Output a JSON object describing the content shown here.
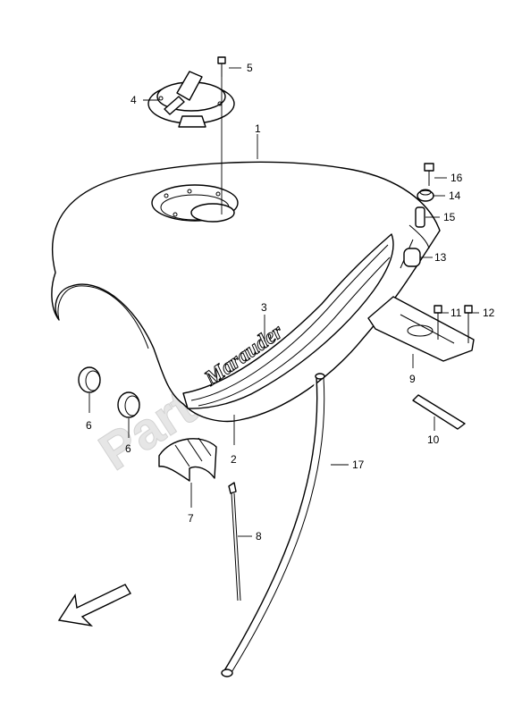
{
  "watermark": "PartsRepublik",
  "tank_logo": "Marauder",
  "callouts": [
    {
      "id": "c1",
      "label": "1"
    },
    {
      "id": "c2",
      "label": "2"
    },
    {
      "id": "c3",
      "label": "3"
    },
    {
      "id": "c4",
      "label": "4"
    },
    {
      "id": "c5",
      "label": "5"
    },
    {
      "id": "c6a",
      "label": "6"
    },
    {
      "id": "c6b",
      "label": "6"
    },
    {
      "id": "c7",
      "label": "7"
    },
    {
      "id": "c8",
      "label": "8"
    },
    {
      "id": "c9",
      "label": "9"
    },
    {
      "id": "c10",
      "label": "10"
    },
    {
      "id": "c11",
      "label": "11"
    },
    {
      "id": "c12",
      "label": "12"
    },
    {
      "id": "c13",
      "label": "13"
    },
    {
      "id": "c14",
      "label": "14"
    },
    {
      "id": "c15",
      "label": "15"
    },
    {
      "id": "c16",
      "label": "16"
    },
    {
      "id": "c17",
      "label": "17"
    }
  ]
}
